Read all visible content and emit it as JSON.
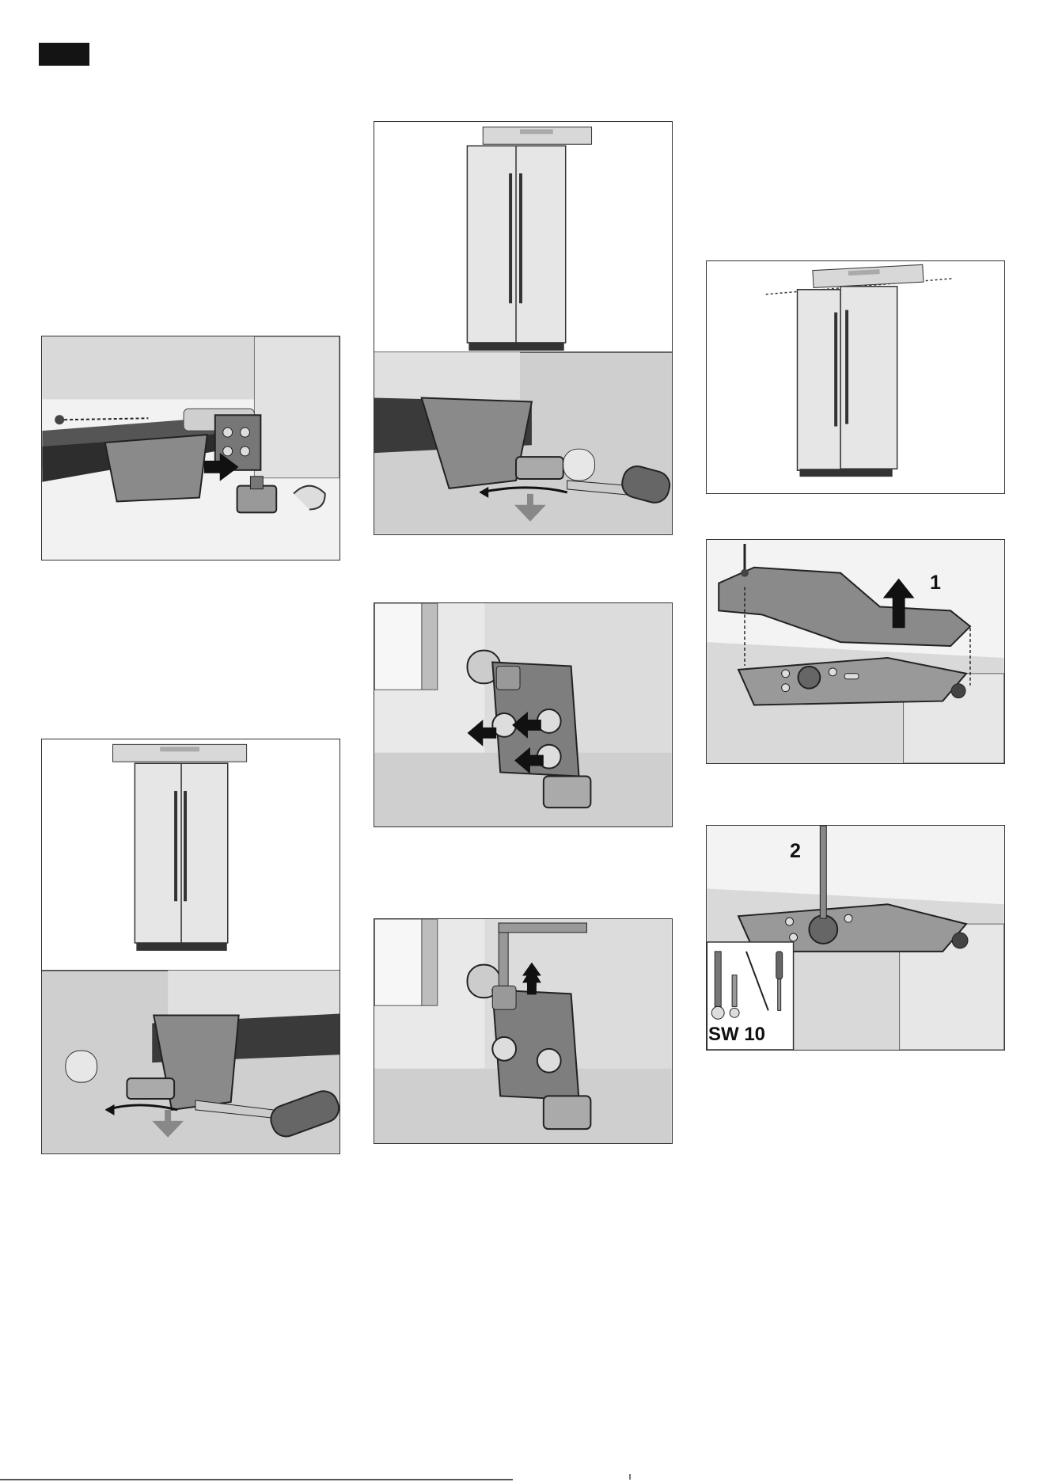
{
  "page": {
    "corner_tab_color": "#141414",
    "panel_border_color": "#333333"
  },
  "figures": {
    "base_cover_removal": {
      "icons": [
        "screw-icon",
        "arrow-right-icon"
      ]
    },
    "fridge_level_left": {
      "icons": [
        "spirit-level-icon",
        "screwdriver-icon",
        "arrow-down-icon"
      ]
    },
    "fridge_level_right": {
      "icons": [
        "spirit-level-icon",
        "screwdriver-icon",
        "arrow-down-icon"
      ]
    },
    "hinge_screws": {
      "icons": [
        "arrow-left-icon"
      ]
    },
    "hinge_allen_key": {
      "icons": [
        "hex-key-icon",
        "arrow-up-down-icon"
      ]
    },
    "fridge_doors_misaligned": {
      "icons": [
        "spirit-level-icon"
      ]
    },
    "hinge_cover_lift": {
      "callout": "1",
      "icons": [
        "screw-icon",
        "arrow-up-icon"
      ]
    },
    "hinge_nut_adjust": {
      "callout": "2",
      "tool_label": "SW 10",
      "icons": [
        "socket-wrench-icon",
        "screwdriver-icon"
      ]
    }
  }
}
